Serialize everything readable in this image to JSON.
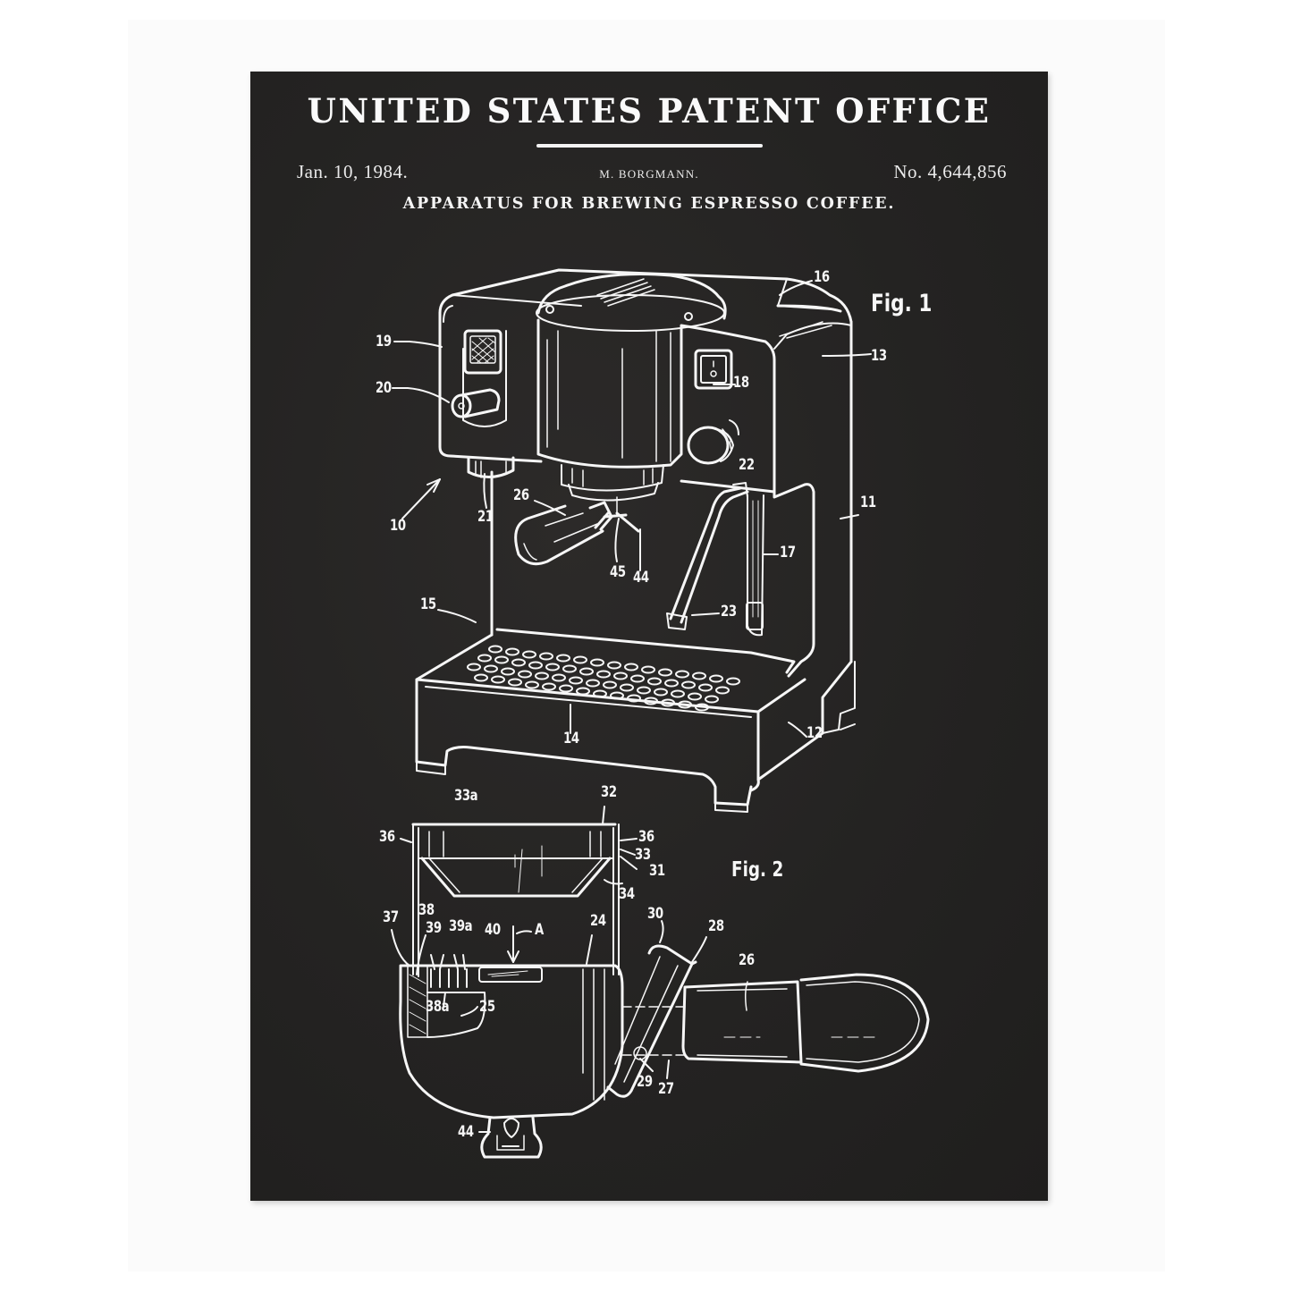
{
  "header": {
    "office_title": "UNITED STATES PATENT OFFICE",
    "date": "Jan. 10, 1984.",
    "inventor": "M. BORGMANN.",
    "patent_number": "No. 4,644,856",
    "invention_title": "APPARATUS FOR BREWING ESPRESSO COFFEE."
  },
  "colors": {
    "poster_background": "#232221",
    "line_art": "#f6f6f6",
    "frame_background": "#ffffff"
  },
  "figures": [
    {
      "label": "Fig. 1",
      "description": "Perspective view of espresso machine",
      "reference_numerals": [
        "10",
        "11",
        "12",
        "13",
        "14",
        "15",
        "16",
        "17",
        "18",
        "19",
        "20",
        "21",
        "22",
        "23",
        "26",
        "44",
        "45"
      ]
    },
    {
      "label": "Fig. 2",
      "description": "Cross-section of portafilter and filter basket",
      "reference_numerals": [
        "24",
        "25",
        "26",
        "27",
        "28",
        "29",
        "30",
        "31",
        "32",
        "33",
        "33a",
        "34",
        "36",
        "36",
        "37",
        "38",
        "38a",
        "39",
        "39a",
        "40",
        "44",
        "A"
      ]
    }
  ],
  "labels": {
    "fig1": {
      "n10": "10",
      "n11": "11",
      "n12": "12",
      "n13": "13",
      "n14": "14",
      "n15": "15",
      "n16": "16",
      "n17": "17",
      "n18": "18",
      "n19": "19",
      "n20": "20",
      "n21": "21",
      "n22": "22",
      "n23": "23",
      "n26": "26",
      "n44": "44",
      "n45": "45"
    },
    "fig2": {
      "n24": "24",
      "n25": "25",
      "n26": "26",
      "n27": "27",
      "n28": "28",
      "n29": "29",
      "n30": "30",
      "n31": "31",
      "n32": "32",
      "n33": "33",
      "n33a": "33a",
      "n34": "34",
      "n36l": "36",
      "n36r": "36",
      "n37": "37",
      "n38": "38",
      "n38a": "38a",
      "n39": "39",
      "n39a": "39a",
      "n40": "40",
      "n44": "44",
      "nA": "A"
    }
  }
}
